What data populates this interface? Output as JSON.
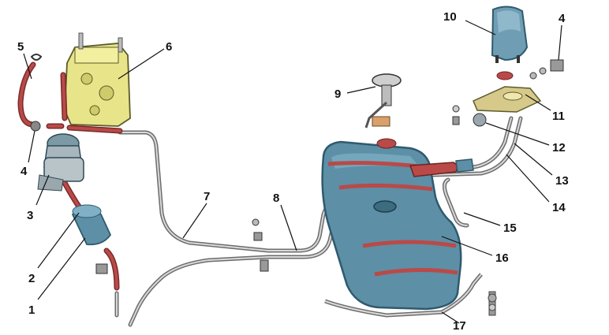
{
  "colors": {
    "tank": "#5d8fa6",
    "tank_dark": "#2f5a6e",
    "carburetor": "#e8e48a",
    "hose": "#b94a48",
    "tube": "#8a8a8a",
    "cover": "#6f9db3"
  },
  "callouts": [
    "1",
    "2",
    "3",
    "4",
    "4",
    "5",
    "6",
    "7",
    "8",
    "9",
    "10",
    "11",
    "12",
    "13",
    "14",
    "15",
    "16",
    "17"
  ]
}
